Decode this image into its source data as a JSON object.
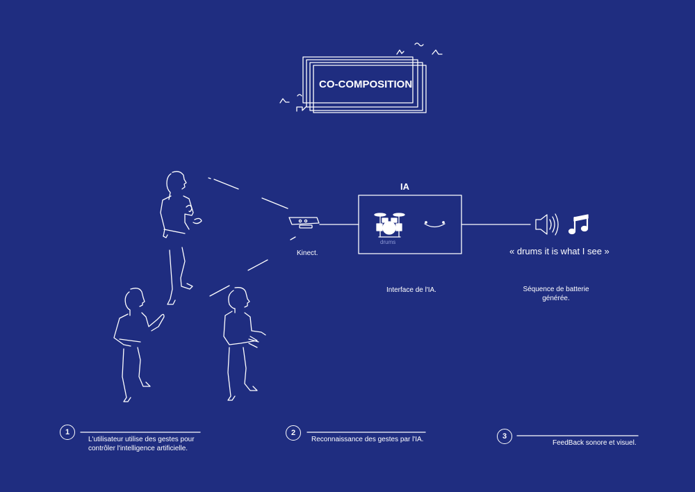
{
  "title": "CO-COMPOSITION",
  "kinect_label": "Kinect.",
  "ia": {
    "label": "IA",
    "drums_caption": "drums",
    "interface_caption": "Interface de l'IA."
  },
  "output": {
    "quote": "« drums it is what I see »",
    "caption_line1": "Séquence de batterie",
    "caption_line2": "générée."
  },
  "steps": [
    {
      "number": "1",
      "line1": "L'utilisateur utilise des gestes pour",
      "line2": "contrôler l'intelligence artificielle."
    },
    {
      "number": "2",
      "line1": "Reconnaissance des gestes par l'IA.",
      "line2": ""
    },
    {
      "number": "3",
      "line1": "FeedBack sonore et visuel.",
      "line2": ""
    }
  ],
  "icons": [
    "drum-kit-icon",
    "smile-face-icon",
    "speaker-icon",
    "music-note-icon",
    "kinect-sensor-icon"
  ],
  "colors": {
    "background": "#1f2d80",
    "foreground": "#ffffff"
  }
}
